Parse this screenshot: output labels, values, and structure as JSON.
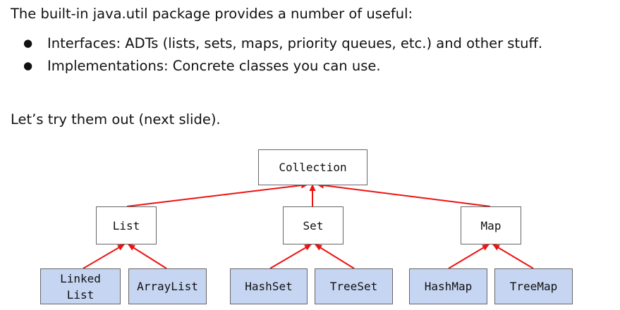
{
  "intro": "The built-in java.util package provides a number of useful:",
  "bullets": [
    {
      "marker": "●",
      "text": "Interfaces: ADTs (lists, sets, maps, priority queues, etc.) and other stuff."
    },
    {
      "marker": "●",
      "text": "Implementations: Concrete classes you can use."
    }
  ],
  "next": "Let’s try them out (next slide).",
  "diagram": {
    "root": "Collection",
    "interfaces": [
      "List",
      "Set",
      "Map"
    ],
    "implementations": [
      "Linked List",
      "ArrayList",
      "HashSet",
      "TreeSet",
      "HashMap",
      "TreeMap"
    ],
    "colors": {
      "arrow": "#ee1111",
      "implementation_fill": "#c6d5f2",
      "border": "#666666"
    }
  }
}
